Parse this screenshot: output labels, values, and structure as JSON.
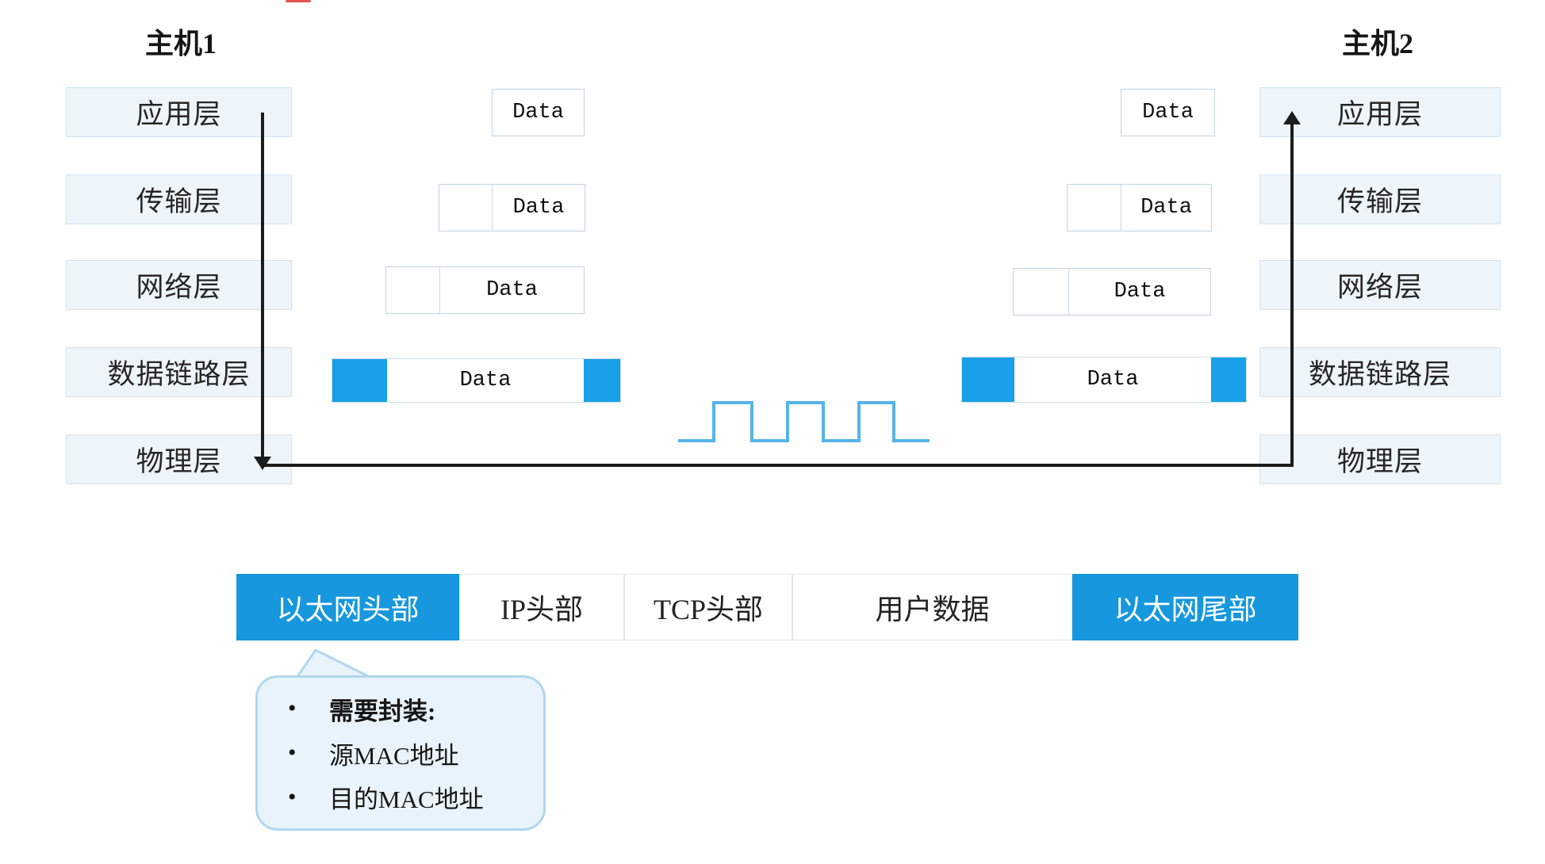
{
  "hosts": {
    "host1": "主机1",
    "host2": "主机2"
  },
  "layers": [
    "应用层",
    "传输层",
    "网络层",
    "数据链路层",
    "物理层"
  ],
  "data_label": "Data",
  "frame": {
    "segments": [
      {
        "label": "以太网头部"
      },
      {
        "label": "IP头部"
      },
      {
        "label": "TCP头部"
      },
      {
        "label": "用户数据"
      },
      {
        "label": "以太网尾部"
      }
    ]
  },
  "callout": {
    "bullet": "•",
    "title": "需要封装:",
    "items": [
      "源MAC地址",
      "目的MAC地址"
    ]
  },
  "colors": {
    "accent_blue": "#18A1E8",
    "frame_blue": "#1697DE",
    "wave_blue": "#56B3E8",
    "layer_fill": "#EDF4FA",
    "layer_border": "#D5E4EE",
    "arrow": "#1C1C1C",
    "callout_fill": "#E9F3FB",
    "callout_border": "#AFD7ED"
  }
}
